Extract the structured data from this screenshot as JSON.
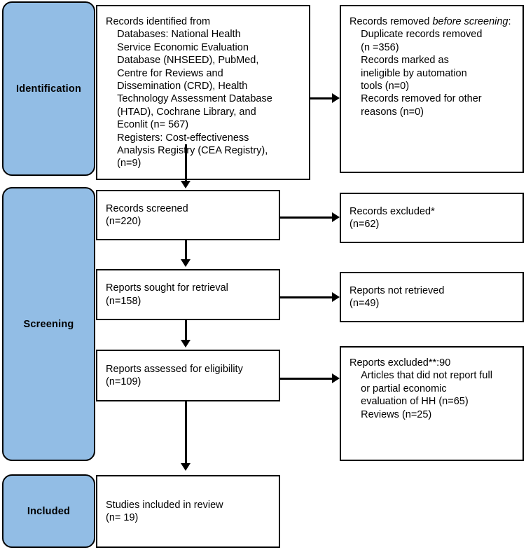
{
  "diagram": {
    "type": "prisma-flow-diagram",
    "title": "PRISMA 2020 flow diagram",
    "colors": {
      "stage_fill": "#92bde5",
      "stage_border": "#000000",
      "node_fill": "#ffffff",
      "node_border": "#000000",
      "connector": "#000000"
    }
  },
  "stages": [
    {
      "id": "identification",
      "label": "Identification"
    },
    {
      "id": "screening",
      "label": "Screening"
    },
    {
      "id": "included",
      "label": "Included"
    }
  ],
  "nodes": {
    "records_identified": {
      "title": "Records identified from",
      "lines": [
        "Records identified from",
        "    Databases: National Health",
        "    Service Economic Evaluation",
        "    Database (NHSEED), PubMed,",
        "    Centre for Reviews and",
        "    Dissemination (CRD), Health",
        "    Technology Assessment Database",
        "    (HTAD), Cochrane Library, and",
        "    Econlit (n= 567)",
        "    Registers: Cost-effectiveness",
        "    Analysis Registry (CEA Registry),",
        "    (n=9)"
      ],
      "counts": {
        "databases": 567,
        "registers": 9
      }
    },
    "records_removed": {
      "lead_plain": "Records removed ",
      "lead_italic": "before screening",
      "lead_colon": ":",
      "lines": [
        "    Duplicate records removed",
        "    (n =356)",
        "    Records marked as",
        "    ineligible by automation",
        "    tools (n=0)",
        "    Records removed for other",
        "    reasons (n=0)"
      ],
      "counts": {
        "duplicates": 356,
        "automation_ineligible": 0,
        "other_reasons": 0
      }
    },
    "records_screened": {
      "lines": [
        "Records screened",
        "(n=220)"
      ],
      "count": 220
    },
    "records_excluded": {
      "lines": [
        "Records excluded*",
        "(n=62)"
      ],
      "count": 62
    },
    "reports_sought": {
      "lines": [
        "Reports sought for retrieval",
        "(n=158)"
      ],
      "count": 158
    },
    "reports_not_retrieved": {
      "lines": [
        "Reports not retrieved",
        "(n=49)"
      ],
      "count": 49
    },
    "reports_assessed": {
      "lines": [
        "Reports assessed for eligibility",
        "(n=109)"
      ],
      "count": 109
    },
    "reports_excluded": {
      "lines": [
        "Reports excluded**:90",
        "    Articles that did not report full",
        "    or partial economic",
        "    evaluation of HH (n=65)",
        "    Reviews (n=25)"
      ],
      "total": 90,
      "counts": {
        "no_full_or_partial_economic_evaluation": 65,
        "reviews": 25
      }
    },
    "studies_included": {
      "lines": [
        "Studies included in review",
        "(n= 19)"
      ],
      "count": 19
    }
  }
}
